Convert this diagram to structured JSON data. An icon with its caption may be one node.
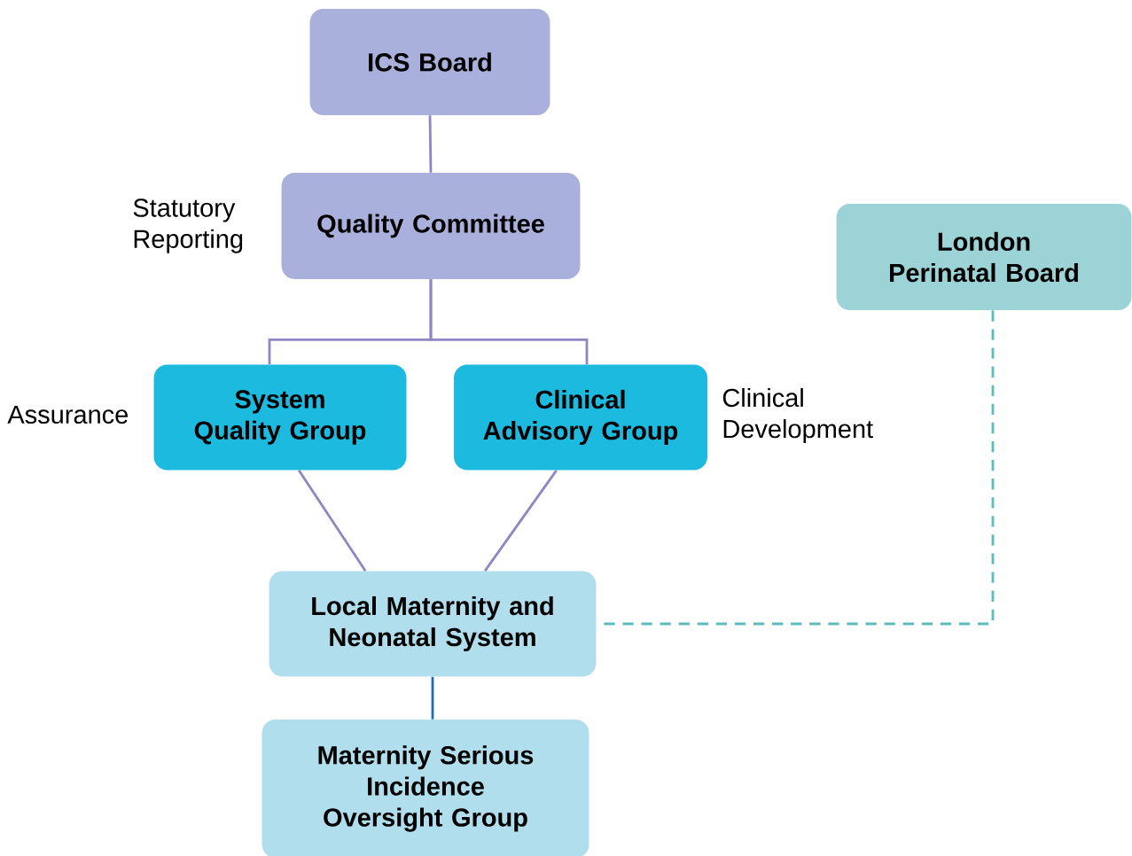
{
  "diagram": {
    "nodes": [
      {
        "text": [
          "ICS Board"
        ]
      },
      {
        "text": [
          "Quality Committee"
        ],
        "beside": [
          "Statutory Reporting"
        ]
      },
      {
        "text": [
          "London Perinatal Board"
        ]
      },
      {
        "text": [
          "System Quality Group"
        ],
        "beside": [
          "Assurance"
        ]
      },
      {
        "text": [
          "Clinical Advisory Group"
        ],
        "beside": [
          "Clinical Development"
        ]
      },
      {
        "text": [
          "Local Maternity and Neonatal System"
        ]
      },
      {
        "text": [
          "Maternity Serious Incidence Oversight Group"
        ]
      }
    ],
    "edges": [
      {
        "from": 0,
        "to": 1,
        "arrow": "none"
      },
      {
        "from": 1,
        "to": 3,
        "arrow": "none"
      },
      {
        "from": 1,
        "to": 4,
        "arrow": "none"
      },
      {
        "from": 3,
        "to": 5,
        "arrow": "none"
      },
      {
        "from": 4,
        "to": 5,
        "arrow": "none"
      },
      {
        "from": 5,
        "to": 6,
        "arrow": "none",
        "color": "#1e6db3"
      },
      {
        "from": 2,
        "to": 5,
        "arrow": "none",
        "style": "dashed",
        "color": "#5cbcbc"
      }
    ]
  }
}
